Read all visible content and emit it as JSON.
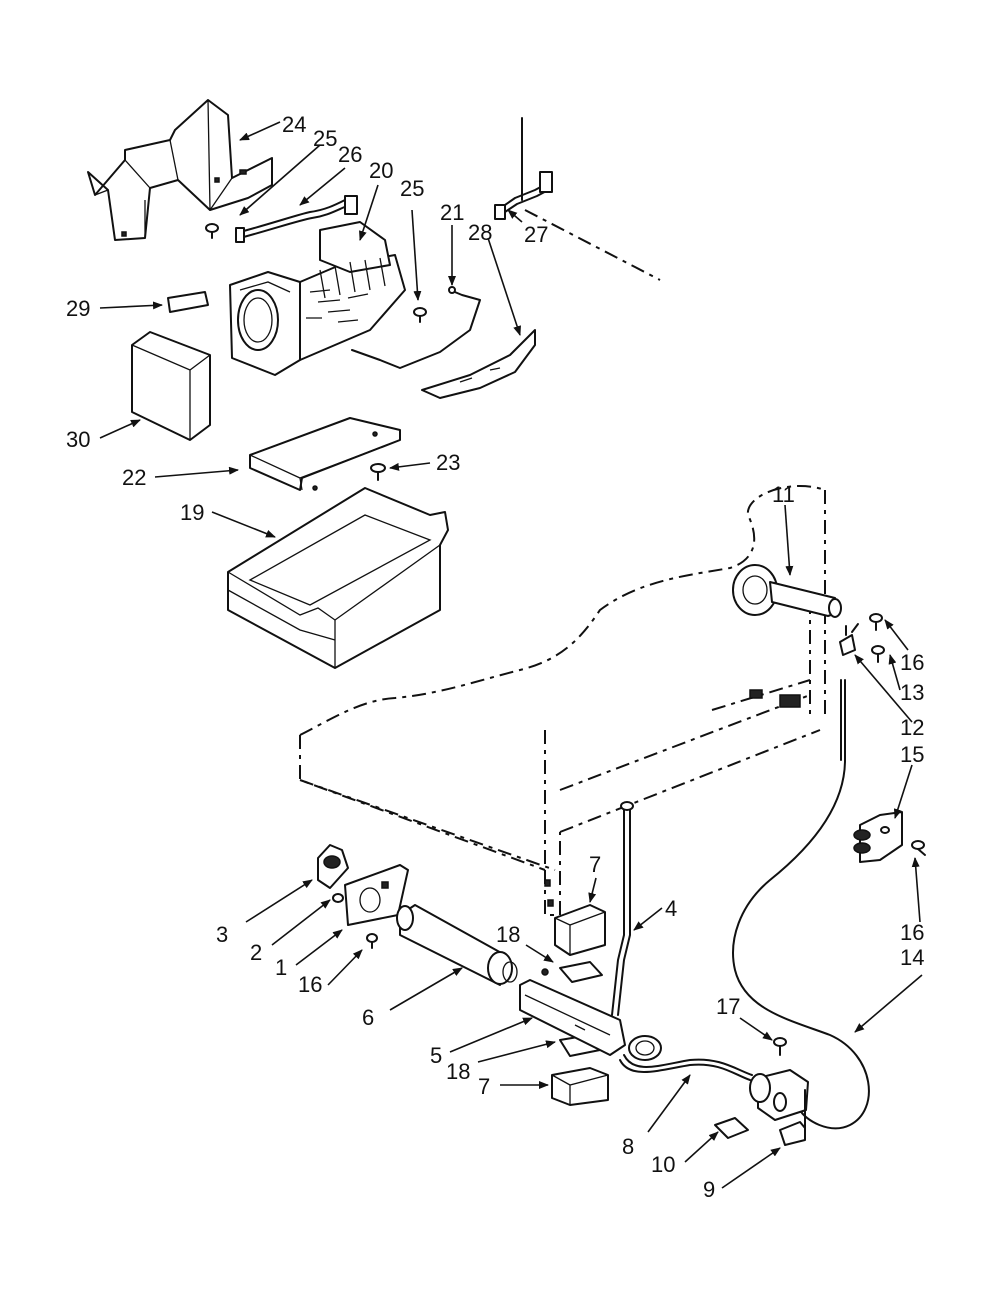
{
  "callouts": {
    "c1": "1",
    "c2": "2",
    "c3": "3",
    "c4": "4",
    "c5": "5",
    "c6": "6",
    "c7a": "7",
    "c7b": "7",
    "c8": "8",
    "c9": "9",
    "c10": "10",
    "c11": "11",
    "c12": "12",
    "c13": "13",
    "c14": "14",
    "c15": "15",
    "c16a": "16",
    "c16b": "16",
    "c16c": "16",
    "c17": "17",
    "c18a": "18",
    "c18b": "18",
    "c19": "19",
    "c20": "20",
    "c21": "21",
    "c22": "22",
    "c23": "23",
    "c24": "24",
    "c25a": "25",
    "c25b": "25",
    "c26": "26",
    "c27": "27",
    "c28": "28",
    "c29": "29",
    "c30": "30"
  }
}
